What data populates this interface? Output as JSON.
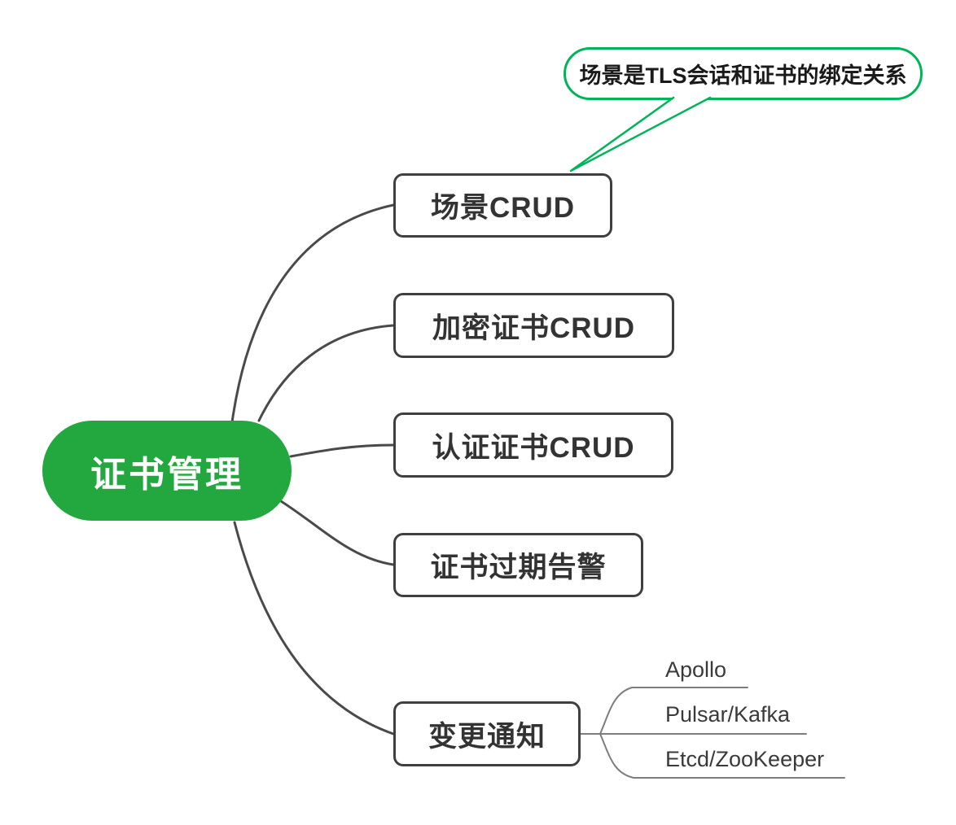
{
  "colors": {
    "root_fill": "#23a83f",
    "callout_green": "#00b45a",
    "branch_line": "#4a4a4a",
    "node_border": "#3f3f3f",
    "node_text": "#333333",
    "child_line": "#7d7d7d",
    "child_text": "#3a3a3a",
    "root_text": "#ffffff",
    "canvas_bg": "#ffffff"
  },
  "root": {
    "label": "证书管理"
  },
  "callout": {
    "text": "场景是TLS会话和证书的绑定关系"
  },
  "branches": [
    {
      "label": "场景CRUD",
      "children": []
    },
    {
      "label": "加密证书CRUD",
      "children": []
    },
    {
      "label": "认证证书CRUD",
      "children": []
    },
    {
      "label": "证书过期告警",
      "children": []
    },
    {
      "label": "变更通知",
      "children": [
        {
          "label": "Apollo"
        },
        {
          "label": "Pulsar/Kafka"
        },
        {
          "label": "Etcd/ZooKeeper"
        }
      ]
    }
  ]
}
